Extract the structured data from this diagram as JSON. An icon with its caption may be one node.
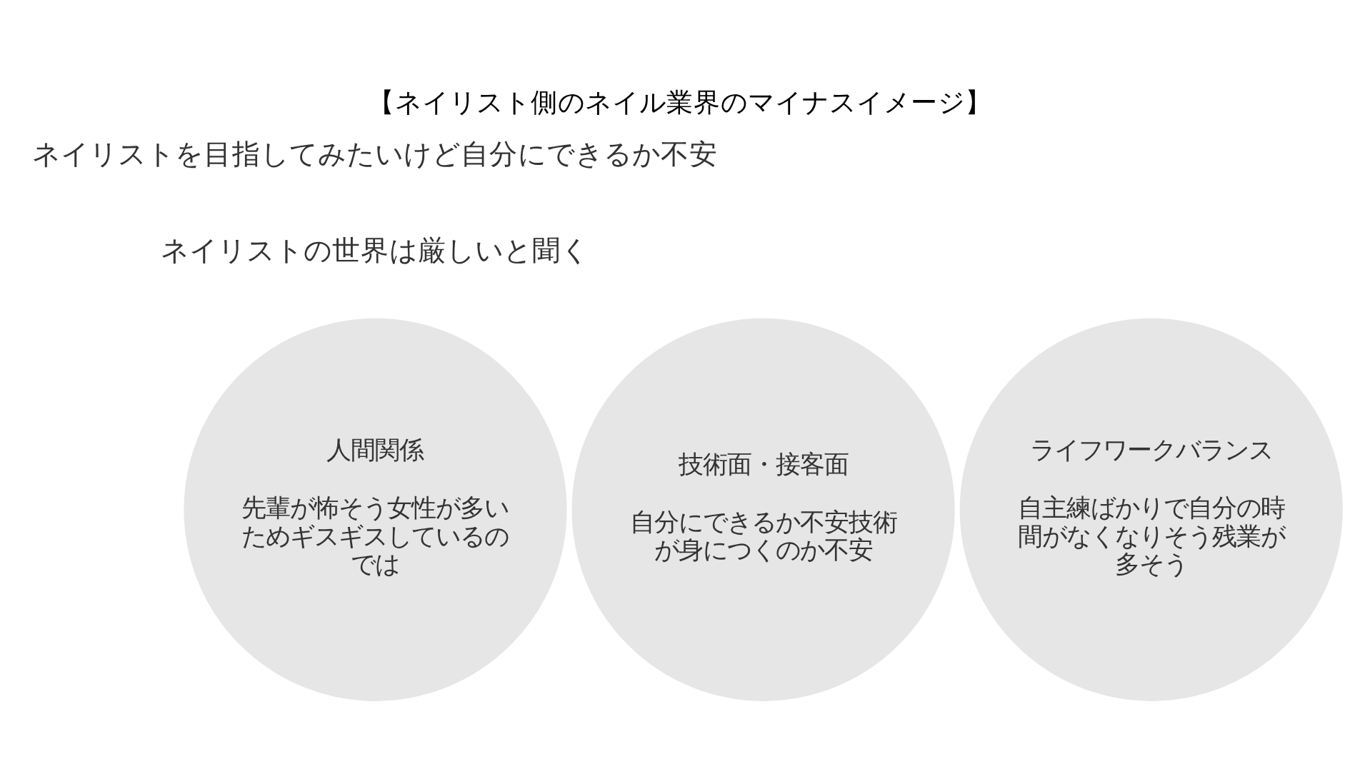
{
  "diagram": {
    "title": "【ネイリスト側のネイル業界のマイナスイメージ】",
    "nodes": [
      {
        "text": [
          "技術面・接客面",
          "自分にできるか不安技術が身につくのか不安"
        ]
      },
      {
        "text": [
          "人間関係",
          "先輩が怖そう女性が多いためギスギスしているのでは"
        ]
      },
      {
        "text": [
          "ライフワークバランス",
          "自主練ばかりで自分の時間がなくなりそう残業が多そう"
        ]
      }
    ],
    "labels": [
      "ネイリストを目指してみたいけど自分にできるか不安",
      "ネイリストの世界は厳しいと聞く"
    ]
  }
}
